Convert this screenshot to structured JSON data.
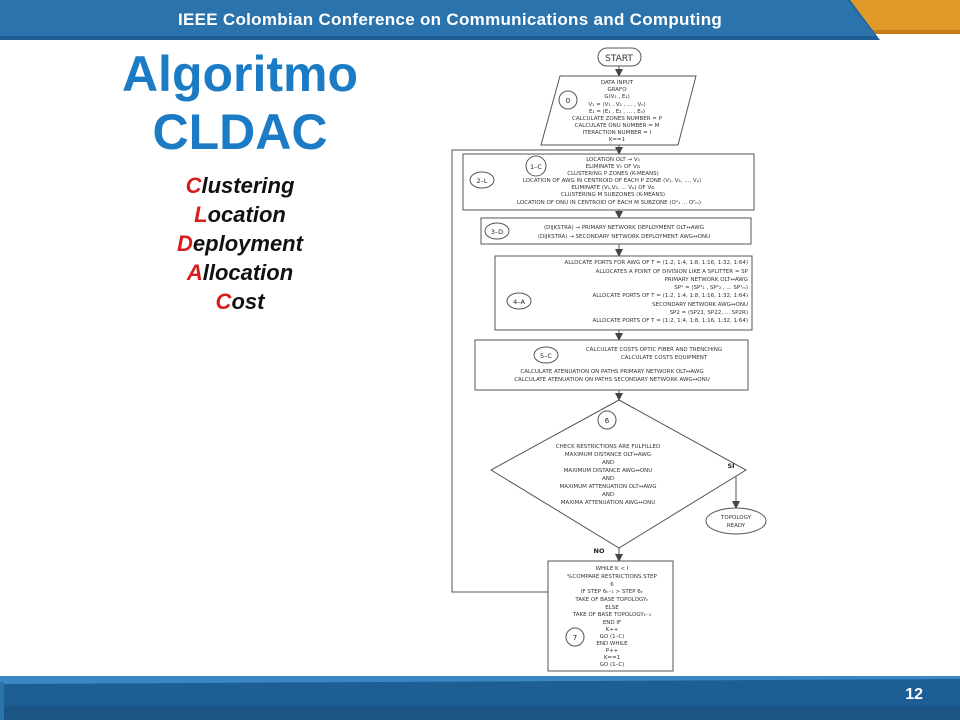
{
  "header": {
    "title": "IEEE Colombian Conference on Communications and Computing"
  },
  "slide": {
    "title_line1": "Algoritmo",
    "title_line2": "CLDAC",
    "acronym": [
      {
        "first": "C",
        "rest": "lustering"
      },
      {
        "first": "L",
        "rest": "ocation"
      },
      {
        "first": "D",
        "rest": "eployment"
      },
      {
        "first": "A",
        "rest": "llocation"
      },
      {
        "first": "C",
        "rest": "ost"
      }
    ]
  },
  "flowchart": {
    "start": "START",
    "step0": {
      "tag": "0",
      "lines": [
        "DATA INPUT",
        "GRAFO",
        "G(V₁ , E₁)",
        "V₁ = (V₁ , V₂ , ... , Vₙ)",
        "E₁ = (E₁ , E₂ , ... , Eₙ)",
        "CALCULATE ZONES NUMBER = P",
        "CALCULATE ONU NUMBER = M",
        "ITERACTION NUMBER = I",
        "K==1"
      ]
    },
    "step1": {
      "tags": [
        "1–C",
        "2–L"
      ],
      "lines": [
        "LOCATION OLT → V₀",
        "ELIMINATE V₀ OF Vɢ",
        "CLUSTERING P ZONES (K-MEANS)",
        "LOCATION OF AWG IN CENTROID OF EACH P ZONE (V₁, V₂, ..., Vₚ)",
        "ELIMINATE (V₁,V₂, ... Vₚ) OF Vɢ",
        "CLUSTERING M SUBZONES (K-MEANS)",
        "LOCATION OF ONU IN CENTROID OF EACH M SUBZONE (O¹₁ ... Oᴾₘ)"
      ]
    },
    "step3": {
      "tag": "3–D",
      "lines": [
        "(DIJKSTRA) → PRIMARY NETWORK DEPLOYMENT OLT↔AWG",
        "(DIJKSTRA) → SECONDARY NETWORK DEPLOYMENT AWG↔ONU"
      ]
    },
    "step4": {
      "tag": "4–A",
      "lines": [
        "ALLOCATE PORTS FOR AWG OF T = (1:2, 1:4, 1:8, 1:16, 1:32, 1:64)",
        "ALLOCATES A POINT OF DIVISION LIKE A SPLITTER = SP",
        "PRIMARY NETWORK OLT↔AWG",
        "SP¹ = (SP¹₁ , SP¹₂ , ... SP¹ₘ)",
        "ALLOCATE PORTS OF T = (1:2, 1:4, 1:8, 1:16, 1:32, 1:64)",
        "SECONDARY NETWORK AWG↔ONU",
        "SP2 = (SP21, SP22, ... SP2R)",
        "ALLOCATE PORTS OF T = (1:2, 1:4, 1:8, 1:16, 1:32, 1:64)"
      ]
    },
    "step5": {
      "tag": "5–C",
      "lines": [
        "CALCULATE COSTS OPTIC FIBER AND TRENCHING",
        "CALCULATE COSTS EQUIPMENT",
        "CALCULATE ATENUATION ON PATHS PRIMARY NETWORK OLT↔AWG",
        "CALCULATE ATENUATION ON PATHS SECONDARY NETWORK AWG↔ONU"
      ]
    },
    "step6": {
      "tag": "6",
      "lines": [
        "CHECK RESTRICTIONS ARE FULFILLED",
        "MAXIMUM DISTANCE OLT↔AWG",
        "AND",
        "MAXIMUM DISTANCE AWG↔ONU",
        "AND",
        "MAXIMUM ATTENUATION OLT↔AWG",
        "AND",
        "MAXIMA ATTENUATION AWG↔ONU"
      ],
      "yes": "SI",
      "no": "NO"
    },
    "topology_ready": [
      "TOPOLOGY",
      "READY"
    ],
    "step7": {
      "tag": "7",
      "lines": [
        "WHILE K < I",
        "%COMPARE RESTRICTIONS STEP",
        "6",
        "IF STEP 6ₖ₋₁ > STEP 6ₖ",
        "TAKE OF BASE TOPOLOGYₖ",
        "ELSE",
        "TAKE OF BASE TOPOLOGYₖ₋₁",
        "END IF",
        "K++",
        "GO (1–C)",
        "END WHILE",
        "P++",
        "K==1",
        "GO (1–C)"
      ]
    }
  },
  "footer": {
    "page": "12"
  },
  "colors": {
    "header": "#1d5f94",
    "header_light": "#3a87c4",
    "accent_orange": "#e09a2a",
    "title_blue": "#1b7bc4",
    "acronym_red": "#d81d1d"
  }
}
